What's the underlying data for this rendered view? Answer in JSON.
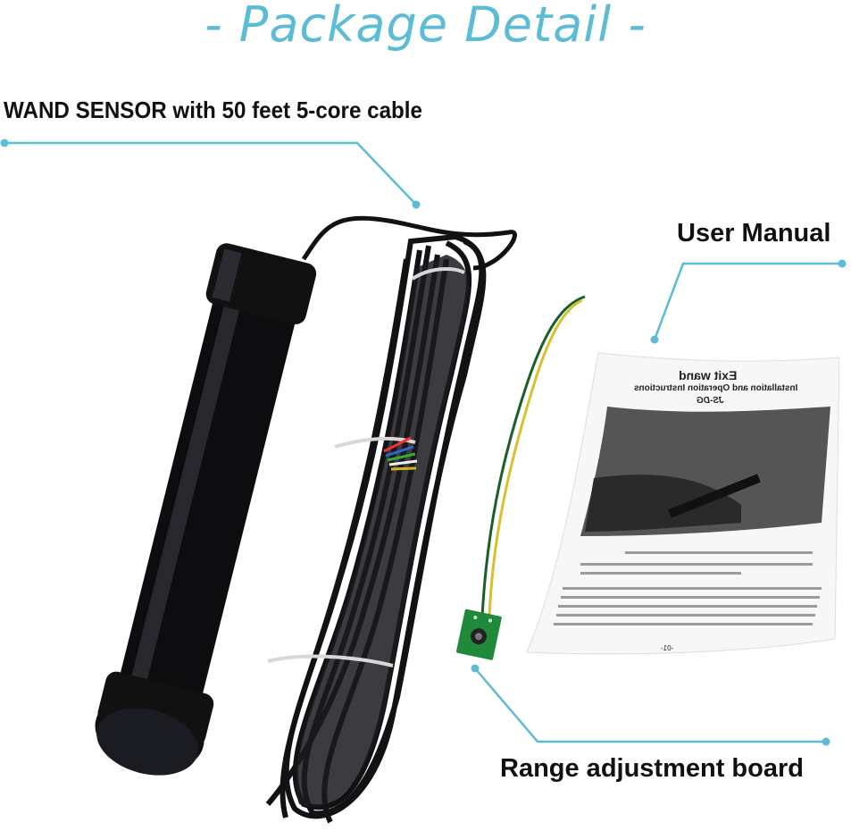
{
  "title": "- Package Detail -",
  "labels": {
    "wand_prefix": "WAND SENSOR",
    "wand_suffix": " with 50 feet 5-core cable",
    "manual": "User Manual",
    "board": "Range adjustment board"
  },
  "manual_page": {
    "heading": "Exit wand",
    "subheading": "Installation and Operation Instructions",
    "model": "JS-DG",
    "page_number": "-01-"
  },
  "colors": {
    "accent": "#5cbcd5",
    "label_text": "#111111",
    "wand": "#0d0d10",
    "pcb": "#1f8a3a"
  }
}
